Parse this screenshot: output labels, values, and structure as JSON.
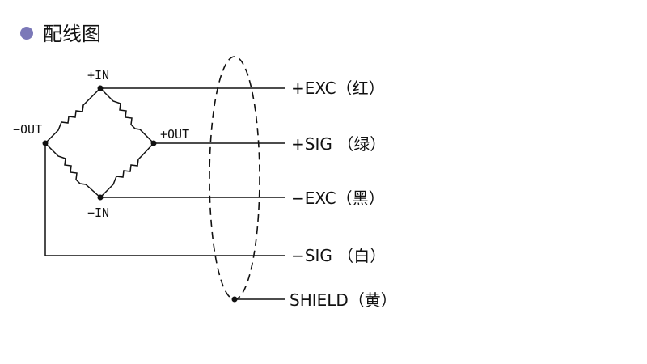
{
  "header": {
    "title": "配线图"
  },
  "bridge": {
    "top_node": "+IN",
    "bottom_node": "−IN",
    "left_node": "−OUT",
    "right_node": "+OUT"
  },
  "wires": [
    {
      "id": "exc-plus",
      "label": "+EXC（红）"
    },
    {
      "id": "sig-plus",
      "label": "+SIG （绿）"
    },
    {
      "id": "exc-minus",
      "label": "−EXC（黑）"
    },
    {
      "id": "sig-minus",
      "label": "−SIG （白）"
    },
    {
      "id": "shield",
      "label": "SHIELD（黄）"
    }
  ],
  "colors": {
    "title_bullet": "#7b78b8",
    "line": "#111111"
  }
}
